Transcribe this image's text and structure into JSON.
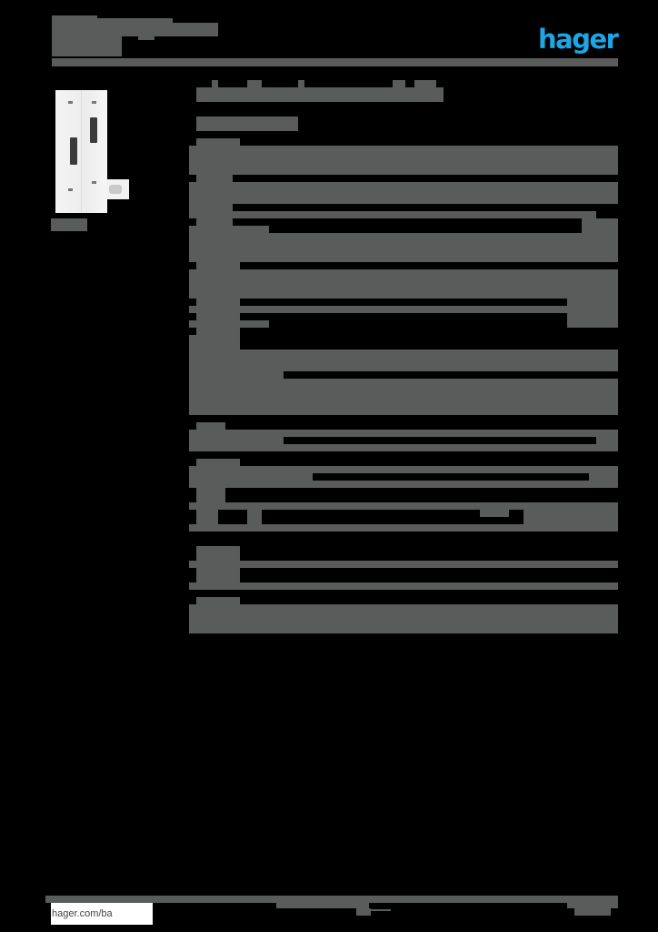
{
  "header": {
    "brand_logo": "hager",
    "brand_color": "#1ba6e6",
    "title_block": "",
    "subtitle_block": ""
  },
  "product": {
    "image": "wall-socket-module-image",
    "caption": ""
  },
  "main": {
    "title": "",
    "subtitle": "",
    "sections": [
      {
        "name": "section-1"
      },
      {
        "name": "section-2"
      },
      {
        "name": "section-3"
      },
      {
        "name": "section-4"
      },
      {
        "name": "section-5"
      },
      {
        "name": "section-6"
      },
      {
        "name": "section-7"
      }
    ]
  },
  "colors": {
    "page_background": "#000000",
    "text_block": "#5a5c5b",
    "logo": "#1ba6e6"
  },
  "footer": {
    "url": "hager.com/ba",
    "center_text": "",
    "page_number": ""
  }
}
